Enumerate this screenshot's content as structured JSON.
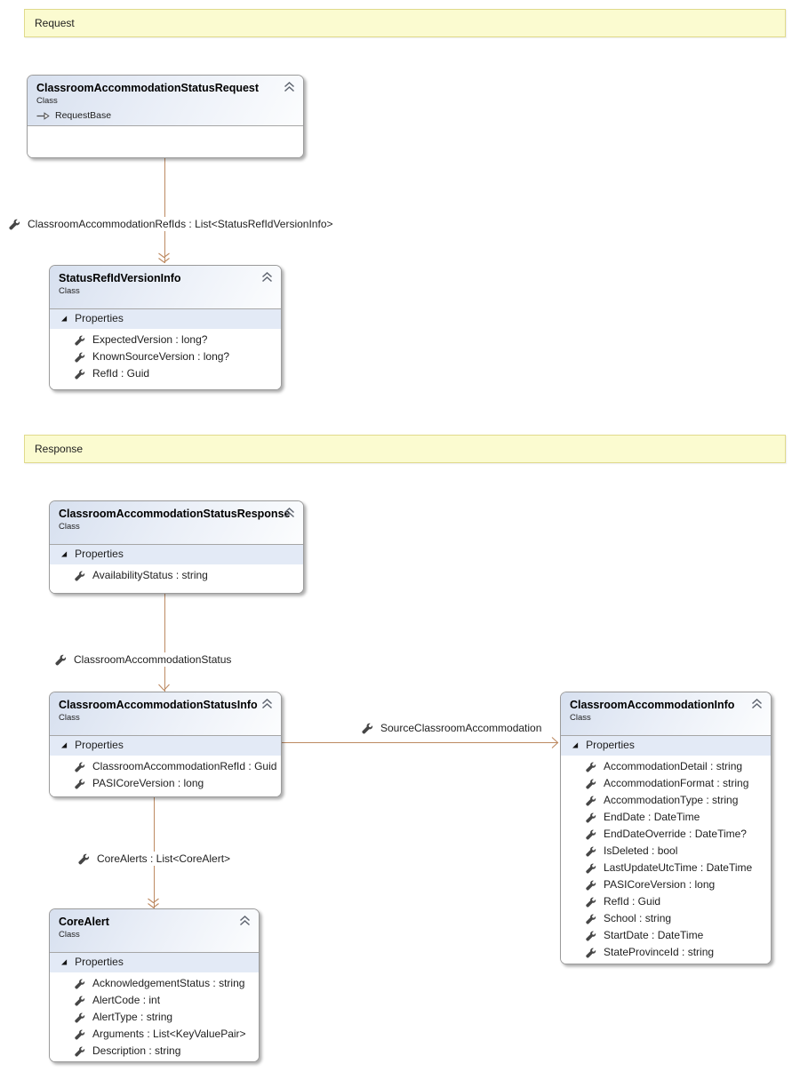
{
  "banners": {
    "request": "Request",
    "response": "Response"
  },
  "classes": {
    "request": {
      "title": "ClassroomAccommodationStatusRequest",
      "kind": "Class",
      "base": "RequestBase"
    },
    "status_refid": {
      "title": "StatusRefIdVersionInfo",
      "kind": "Class",
      "section": "Properties",
      "properties": [
        "ExpectedVersion : long?",
        "KnownSourceVersion : long?",
        "RefId : Guid"
      ]
    },
    "response": {
      "title": "ClassroomAccommodationStatusResponse",
      "kind": "Class",
      "section": "Properties",
      "properties": [
        "AvailabilityStatus : string"
      ]
    },
    "status_info": {
      "title": "ClassroomAccommodationStatusInfo",
      "kind": "Class",
      "section": "Properties",
      "properties": [
        "ClassroomAccommodationRefId : Guid",
        "PASICoreVersion : long"
      ]
    },
    "accommodation_info": {
      "title": "ClassroomAccommodationInfo",
      "kind": "Class",
      "section": "Properties",
      "properties": [
        "AccommodationDetail : string",
        "AccommodationFormat : string",
        "AccommodationType : string",
        "EndDate : DateTime",
        "EndDateOverride : DateTime?",
        "IsDeleted : bool",
        "LastUpdateUtcTime : DateTime",
        "PASICoreVersion : long",
        "RefId : Guid",
        "School : string",
        "StartDate : DateTime",
        "StateProvinceId : string"
      ]
    },
    "core_alert": {
      "title": "CoreAlert",
      "kind": "Class",
      "section": "Properties",
      "properties": [
        "AcknowledgementStatus : string",
        "AlertCode : int",
        "AlertType : string",
        "Arguments : List<KeyValuePair>",
        "Description : string"
      ]
    }
  },
  "connectors": {
    "refids": "ClassroomAccommodationRefIds : List<StatusRefIdVersionInfo>",
    "status": "ClassroomAccommodationStatus",
    "source": "SourceClassroomAccommodation",
    "core_alerts": "CoreAlerts : List<CoreAlert>"
  },
  "colors": {
    "connector": "#bd8a62",
    "banner_bg": "#fbfbd0",
    "banner_border": "#e0da8c",
    "header_grad": "#d7e0ef",
    "compartment_bg": "#e3eaf6"
  }
}
